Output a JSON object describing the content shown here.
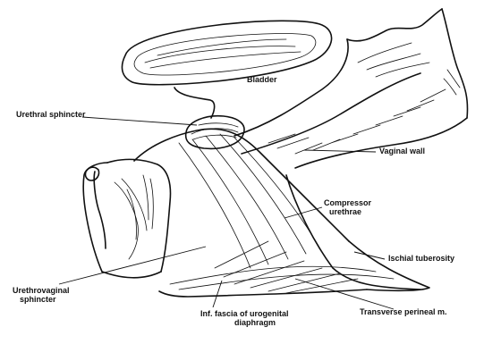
{
  "labels": {
    "bladder": "Bladder",
    "urethral_sphincter": "Urethral sphincter",
    "vaginal_wall": "Vaginal wall",
    "compressor_line1": "Compressor",
    "compressor_line2": "urethrae",
    "ischial_tuberosity": "Ischial tuberosity",
    "urethrovaginal_line1": "Urethrovaginal",
    "urethrovaginal_line2": "sphincter",
    "inf_fascia_line1": "Inf. fascia of urogenital",
    "inf_fascia_line2": "diaphragm",
    "transverse_perineal": "Transverse perineal m."
  }
}
